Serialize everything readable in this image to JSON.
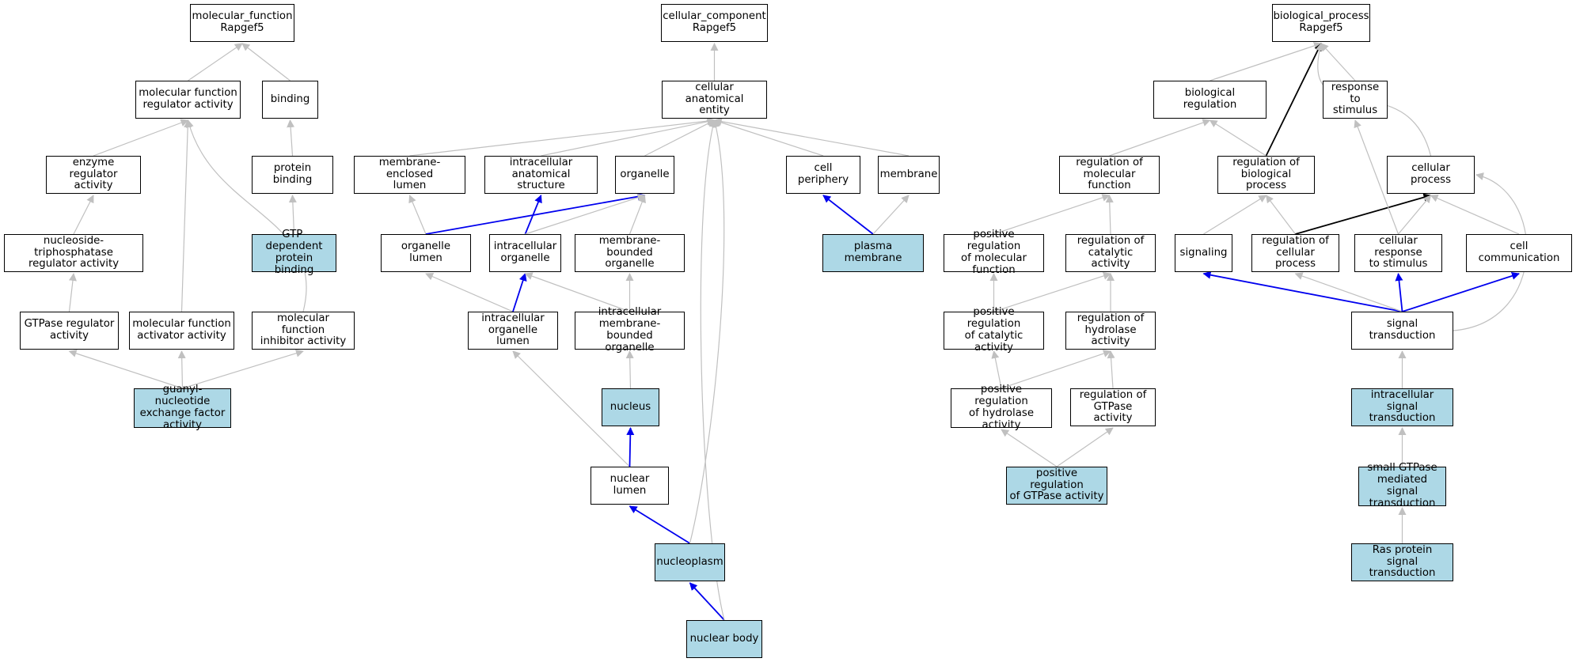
{
  "colors": {
    "highlight": "#add8e6",
    "edge_gray": "#c0c0c0",
    "edge_blue": "#0000ee",
    "edge_black": "#000000"
  },
  "nodes": {
    "mf_root": "molecular_function\nRapgef5",
    "mf_regulator": "molecular function\nregulator activity",
    "binding": "binding",
    "enzyme_regulator": "enzyme regulator\nactivity",
    "protein_binding": "protein binding",
    "ntpase_regulator": "nucleoside-triphosphatase\nregulator activity",
    "gtp_dep_binding": "GTP-dependent\nprotein binding",
    "gtpase_regulator": "GTPase regulator\nactivity",
    "mf_activator": "molecular function\nactivator activity",
    "mf_inhibitor": "molecular function\ninhibitor activity",
    "gef_activity": "guanyl-nucleotide\nexchange factor\nactivity",
    "cc_root": "cellular_component\nRapgef5",
    "cell_anat": "cellular anatomical\nentity",
    "membrane_enclosed_lumen": "membrane-enclosed\nlumen",
    "intracellular_anat": "intracellular\nanatomical structure",
    "organelle": "organelle",
    "cell_periphery": "cell periphery",
    "membrane": "membrane",
    "organelle_lumen": "organelle lumen",
    "intracellular_organelle": "intracellular\norganelle",
    "membrane_bounded_organelle": "membrane-bounded\norganelle",
    "plasma_membrane": "plasma membrane",
    "intracellular_organelle_lumen": "intracellular\norganelle lumen",
    "intracellular_mb_organelle": "intracellular\nmembrane-bounded\norganelle",
    "nucleus": "nucleus",
    "nuclear_lumen": "nuclear lumen",
    "nucleoplasm": "nucleoplasm",
    "nuclear_body": "nuclear body",
    "bp_root": "biological_process\nRapgef5",
    "bio_regulation": "biological regulation",
    "response_to_stimulus": "response to\nstimulus",
    "reg_molecular_function": "regulation of\nmolecular function",
    "reg_bio_process": "regulation of\nbiological process",
    "cellular_process": "cellular process",
    "pos_reg_mol_function": "positive regulation\nof molecular\nfunction",
    "reg_catalytic": "regulation of\ncatalytic activity",
    "signaling": "signaling",
    "reg_cellular_process": "regulation of\ncellular process",
    "cellular_response": "cellular response\nto stimulus",
    "cell_communication": "cell communication",
    "pos_reg_catalytic": "positive regulation\nof catalytic\nactivity",
    "reg_hydrolase": "regulation of\nhydrolase activity",
    "signal_transduction": "signal transduction",
    "pos_reg_hydrolase": "positive regulation\nof hydrolase\nactivity",
    "reg_gtpase": "regulation of\nGTPase activity",
    "intracellular_signal": "intracellular\nsignal transduction",
    "pos_reg_gtpase": "positive regulation\nof GTPase activity",
    "small_gtpase": "small GTPase\nmediated signal\ntransduction",
    "ras_protein": "Ras protein\nsignal transduction"
  },
  "highlighted": [
    "gtp_dep_binding",
    "gef_activity",
    "plasma_membrane",
    "nucleus",
    "nucleoplasm",
    "nuclear_body",
    "pos_reg_gtpase",
    "intracellular_signal",
    "small_gtpase",
    "ras_protein"
  ],
  "edges": [
    {
      "from": "mf_regulator",
      "to": "mf_root",
      "color": "gray"
    },
    {
      "from": "binding",
      "to": "mf_root",
      "color": "gray"
    },
    {
      "from": "enzyme_regulator",
      "to": "mf_regulator",
      "color": "gray"
    },
    {
      "from": "protein_binding",
      "to": "binding",
      "color": "gray"
    },
    {
      "from": "ntpase_regulator",
      "to": "enzyme_regulator",
      "color": "gray"
    },
    {
      "from": "gtp_dep_binding",
      "to": "protein_binding",
      "color": "gray"
    },
    {
      "from": "gtpase_regulator",
      "to": "ntpase_regulator",
      "color": "gray"
    },
    {
      "from": "mf_activator",
      "to": "mf_regulator",
      "color": "gray"
    },
    {
      "from": "mf_inhibitor",
      "to": "mf_regulator",
      "color": "gray",
      "curve": 1
    },
    {
      "from": "gef_activity",
      "to": "gtpase_regulator",
      "color": "gray"
    },
    {
      "from": "gef_activity",
      "to": "mf_activator",
      "color": "gray"
    },
    {
      "from": "gef_activity",
      "to": "mf_inhibitor",
      "color": "gray"
    },
    {
      "from": "cell_anat",
      "to": "cc_root",
      "color": "gray"
    },
    {
      "from": "membrane_enclosed_lumen",
      "to": "cell_anat",
      "color": "gray"
    },
    {
      "from": "intracellular_anat",
      "to": "cell_anat",
      "color": "gray"
    },
    {
      "from": "organelle",
      "to": "cell_anat",
      "color": "gray"
    },
    {
      "from": "cell_periphery",
      "to": "cell_anat",
      "color": "gray"
    },
    {
      "from": "membrane",
      "to": "cell_anat",
      "color": "gray"
    },
    {
      "from": "organelle_lumen",
      "to": "membrane_enclosed_lumen",
      "color": "gray"
    },
    {
      "from": "organelle_lumen",
      "to": "organelle",
      "color": "blue"
    },
    {
      "from": "intracellular_organelle",
      "to": "intracellular_anat",
      "color": "blue"
    },
    {
      "from": "intracellular_organelle",
      "to": "organelle",
      "color": "gray"
    },
    {
      "from": "membrane_bounded_organelle",
      "to": "organelle",
      "color": "gray"
    },
    {
      "from": "plasma_membrane",
      "to": "cell_periphery",
      "color": "blue"
    },
    {
      "from": "plasma_membrane",
      "to": "membrane",
      "color": "gray"
    },
    {
      "from": "intracellular_organelle_lumen",
      "to": "organelle_lumen",
      "color": "gray"
    },
    {
      "from": "intracellular_organelle_lumen",
      "to": "intracellular_organelle",
      "color": "blue"
    },
    {
      "from": "intracellular_mb_organelle",
      "to": "intracellular_organelle",
      "color": "gray"
    },
    {
      "from": "intracellular_mb_organelle",
      "to": "membrane_bounded_organelle",
      "color": "gray"
    },
    {
      "from": "nucleus",
      "to": "intracellular_mb_organelle",
      "color": "gray"
    },
    {
      "from": "nuclear_lumen",
      "to": "intracellular_organelle_lumen",
      "color": "gray"
    },
    {
      "from": "nuclear_lumen",
      "to": "nucleus",
      "color": "blue"
    },
    {
      "from": "nucleoplasm",
      "to": "nuclear_lumen",
      "color": "blue"
    },
    {
      "from": "nucleoplasm",
      "to": "cell_anat",
      "color": "gray",
      "curve": 1
    },
    {
      "from": "nuclear_body",
      "to": "nucleoplasm",
      "color": "blue"
    },
    {
      "from": "nuclear_body",
      "to": "cell_anat",
      "color": "gray",
      "curve": -1
    },
    {
      "from": "bio_regulation",
      "to": "bp_root",
      "color": "gray"
    },
    {
      "from": "response_to_stimulus",
      "to": "bp_root",
      "color": "gray"
    },
    {
      "from": "reg_bio_process",
      "to": "bp_root",
      "color": "black"
    },
    {
      "from": "cellular_process",
      "to": "bp_root",
      "color": "gray",
      "curve": -1
    },
    {
      "from": "reg_molecular_function",
      "to": "bio_regulation",
      "color": "gray"
    },
    {
      "from": "reg_bio_process",
      "to": "bio_regulation",
      "color": "gray"
    },
    {
      "from": "pos_reg_mol_function",
      "to": "reg_molecular_function",
      "color": "gray"
    },
    {
      "from": "reg_catalytic",
      "to": "reg_molecular_function",
      "color": "gray"
    },
    {
      "from": "signaling",
      "to": "reg_bio_process",
      "color": "gray"
    },
    {
      "from": "reg_cellular_process",
      "to": "reg_bio_process",
      "color": "gray"
    },
    {
      "from": "reg_cellular_process",
      "to": "cellular_process",
      "color": "black"
    },
    {
      "from": "cellular_response",
      "to": "response_to_stimulus",
      "color": "gray"
    },
    {
      "from": "cellular_response",
      "to": "cellular_process",
      "color": "gray"
    },
    {
      "from": "cell_communication",
      "to": "cellular_process",
      "color": "gray"
    },
    {
      "from": "pos_reg_catalytic",
      "to": "pos_reg_mol_function",
      "color": "gray"
    },
    {
      "from": "pos_reg_catalytic",
      "to": "reg_catalytic",
      "color": "gray"
    },
    {
      "from": "reg_hydrolase",
      "to": "reg_catalytic",
      "color": "gray"
    },
    {
      "from": "signal_transduction",
      "to": "signaling",
      "color": "blue"
    },
    {
      "from": "signal_transduction",
      "to": "reg_cellular_process",
      "color": "gray"
    },
    {
      "from": "signal_transduction",
      "to": "cellular_response",
      "color": "blue"
    },
    {
      "from": "signal_transduction",
      "to": "cell_communication",
      "color": "blue"
    },
    {
      "from": "signal_transduction",
      "to": "cellular_process",
      "color": "gray",
      "curve": -2
    },
    {
      "from": "pos_reg_hydrolase",
      "to": "pos_reg_catalytic",
      "color": "gray"
    },
    {
      "from": "pos_reg_hydrolase",
      "to": "reg_hydrolase",
      "color": "gray"
    },
    {
      "from": "reg_gtpase",
      "to": "reg_hydrolase",
      "color": "gray"
    },
    {
      "from": "intracellular_signal",
      "to": "signal_transduction",
      "color": "gray"
    },
    {
      "from": "pos_reg_gtpase",
      "to": "pos_reg_hydrolase",
      "color": "gray"
    },
    {
      "from": "pos_reg_gtpase",
      "to": "reg_gtpase",
      "color": "gray"
    },
    {
      "from": "small_gtpase",
      "to": "intracellular_signal",
      "color": "gray"
    },
    {
      "from": "ras_protein",
      "to": "small_gtpase",
      "color": "gray"
    }
  ]
}
